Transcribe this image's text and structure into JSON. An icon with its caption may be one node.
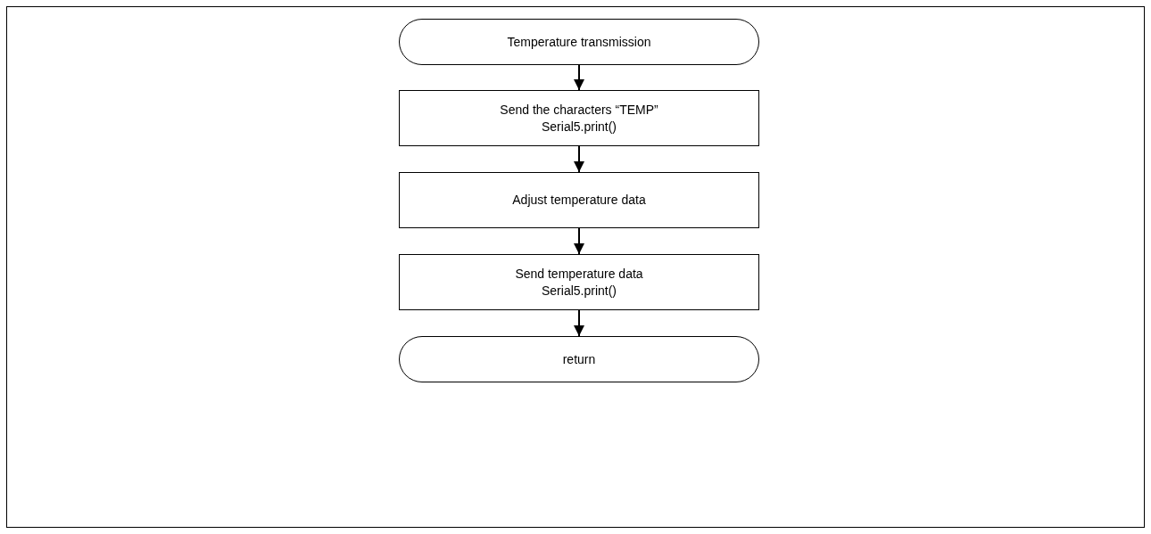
{
  "diagram": {
    "nodes": [
      {
        "text": [
          "Temperature transmission"
        ]
      },
      {
        "text": [
          "Send the characters “TEMP”",
          "Serial5.print()"
        ]
      },
      {
        "text": [
          "Adjust temperature data"
        ]
      },
      {
        "text": [
          "Send temperature data",
          "Serial5.print()"
        ]
      },
      {
        "text": [
          "return"
        ]
      }
    ],
    "edges": [
      {
        "from": 0,
        "to": 1,
        "arrow": "to"
      },
      {
        "from": 1,
        "to": 2,
        "arrow": "to"
      },
      {
        "from": 2,
        "to": 3,
        "arrow": "to"
      },
      {
        "from": 3,
        "to": 4,
        "arrow": "to"
      }
    ]
  }
}
